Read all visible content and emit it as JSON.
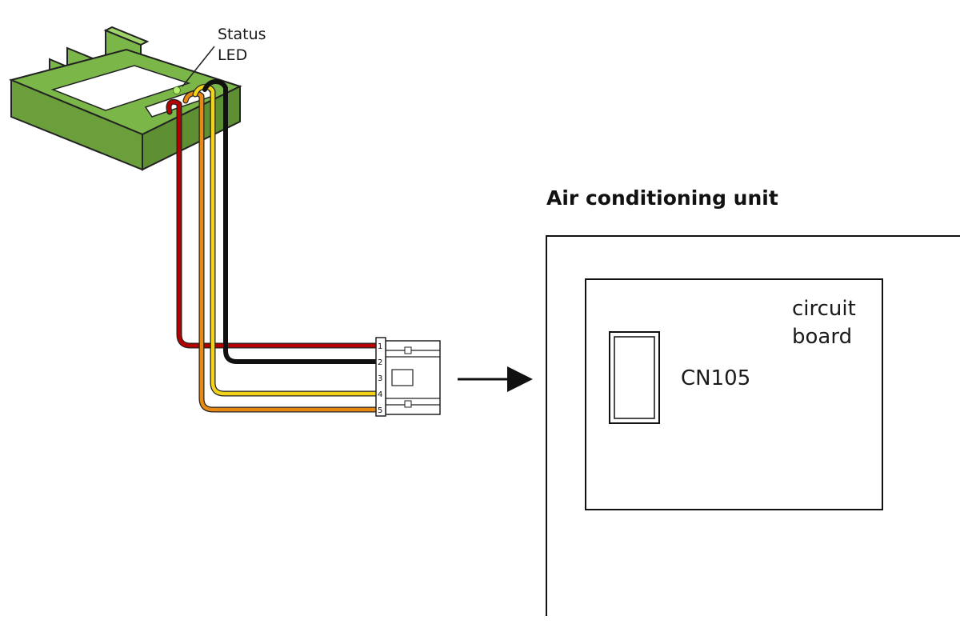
{
  "module": {
    "status_label_line1": "Status",
    "status_label_line2": "LED",
    "body_color": "#7ab648",
    "led_color": "#b6f070"
  },
  "wires": [
    {
      "pin": "1",
      "color": "#b30000"
    },
    {
      "pin": "2",
      "color": "#111111"
    },
    {
      "pin": "3",
      "color": "none"
    },
    {
      "pin": "4",
      "color": "#f2d21b"
    },
    {
      "pin": "5",
      "color": "#e88a12"
    }
  ],
  "connector": {
    "pin_labels": [
      "1",
      "2",
      "3",
      "4",
      "5"
    ]
  },
  "unit": {
    "title": "Air conditioning unit",
    "board_label_line1": "circuit",
    "board_label_line2": "board",
    "port_label": "CN105"
  }
}
